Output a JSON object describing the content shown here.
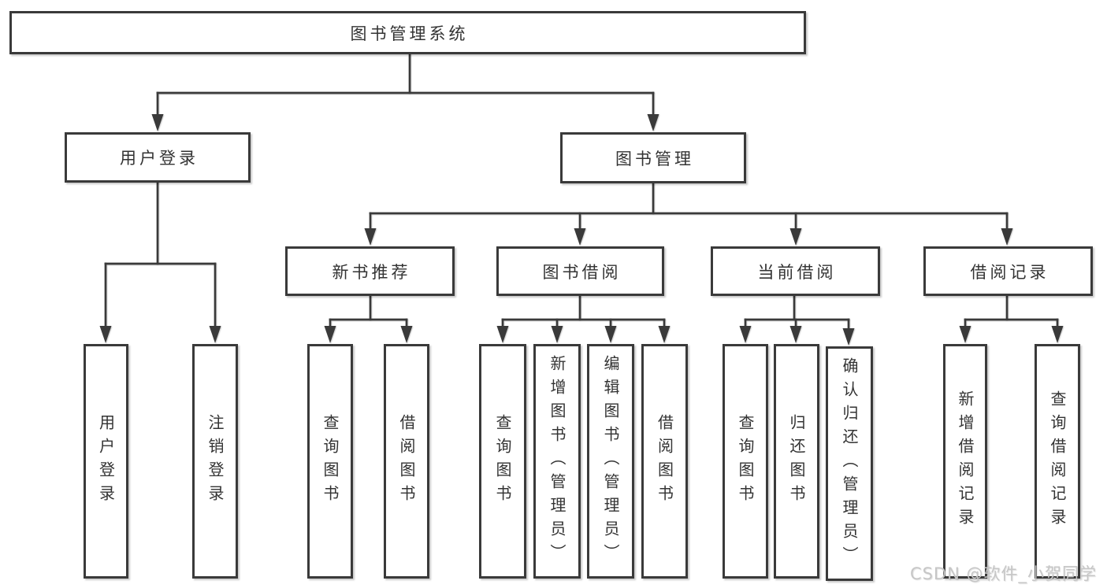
{
  "colors": {
    "line": "#3a3a3a",
    "text": "#333333",
    "box_background": "#ffffff",
    "watermark": "#c6c6c6"
  },
  "nodes": {
    "root": "图书管理系统",
    "user_login": "用户登录",
    "book_management": "图书管理",
    "new_book_recommend": "新书推荐",
    "book_borrowing": "图书借阅",
    "current_borrowing": "当前借阅",
    "borrowing_records": "借阅记录",
    "leaves": {
      "user_login": [
        "用户登录",
        "注销登录"
      ],
      "new_book_recommend": [
        "查询图书",
        "借阅图书"
      ],
      "book_borrowing": [
        "查询图书",
        "新增图书（管理员）",
        "编辑图书（管理员）",
        "借阅图书"
      ],
      "current_borrowing": [
        "查询图书",
        "归还图书",
        "确认归还（管理员）"
      ],
      "borrowing_records": [
        "新增借阅记录",
        "查询借阅记录"
      ]
    }
  },
  "watermark": "CSDN @软件_小贺同学"
}
